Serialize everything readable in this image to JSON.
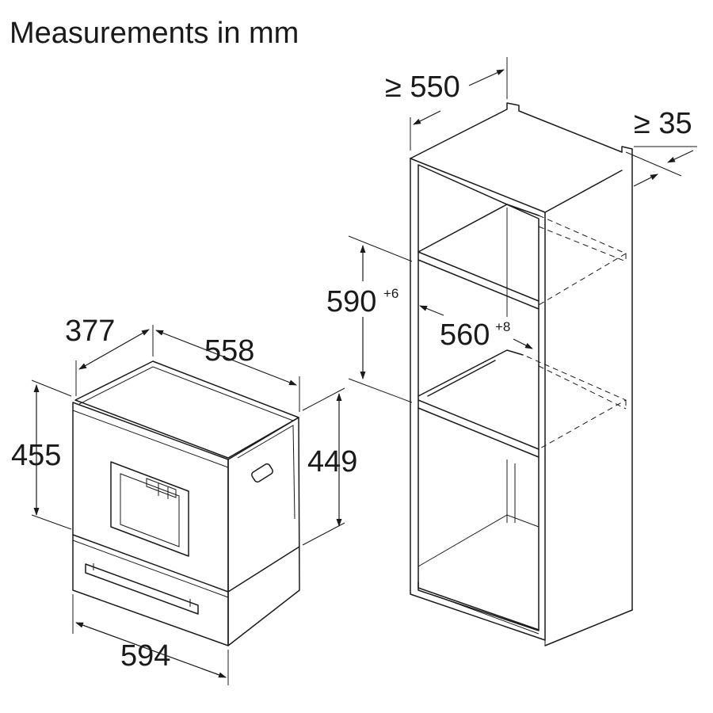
{
  "title": "Measurements in mm",
  "appliance": {
    "depth_side": "377",
    "depth_top": "558",
    "height_front": "455",
    "height_back": "449",
    "width": "594"
  },
  "cabinet": {
    "min_depth": "≥ 550",
    "min_gap": "≥ 35",
    "niche_height": "590",
    "niche_height_tol": "+6",
    "niche_width": "560",
    "niche_width_tol": "+8"
  }
}
